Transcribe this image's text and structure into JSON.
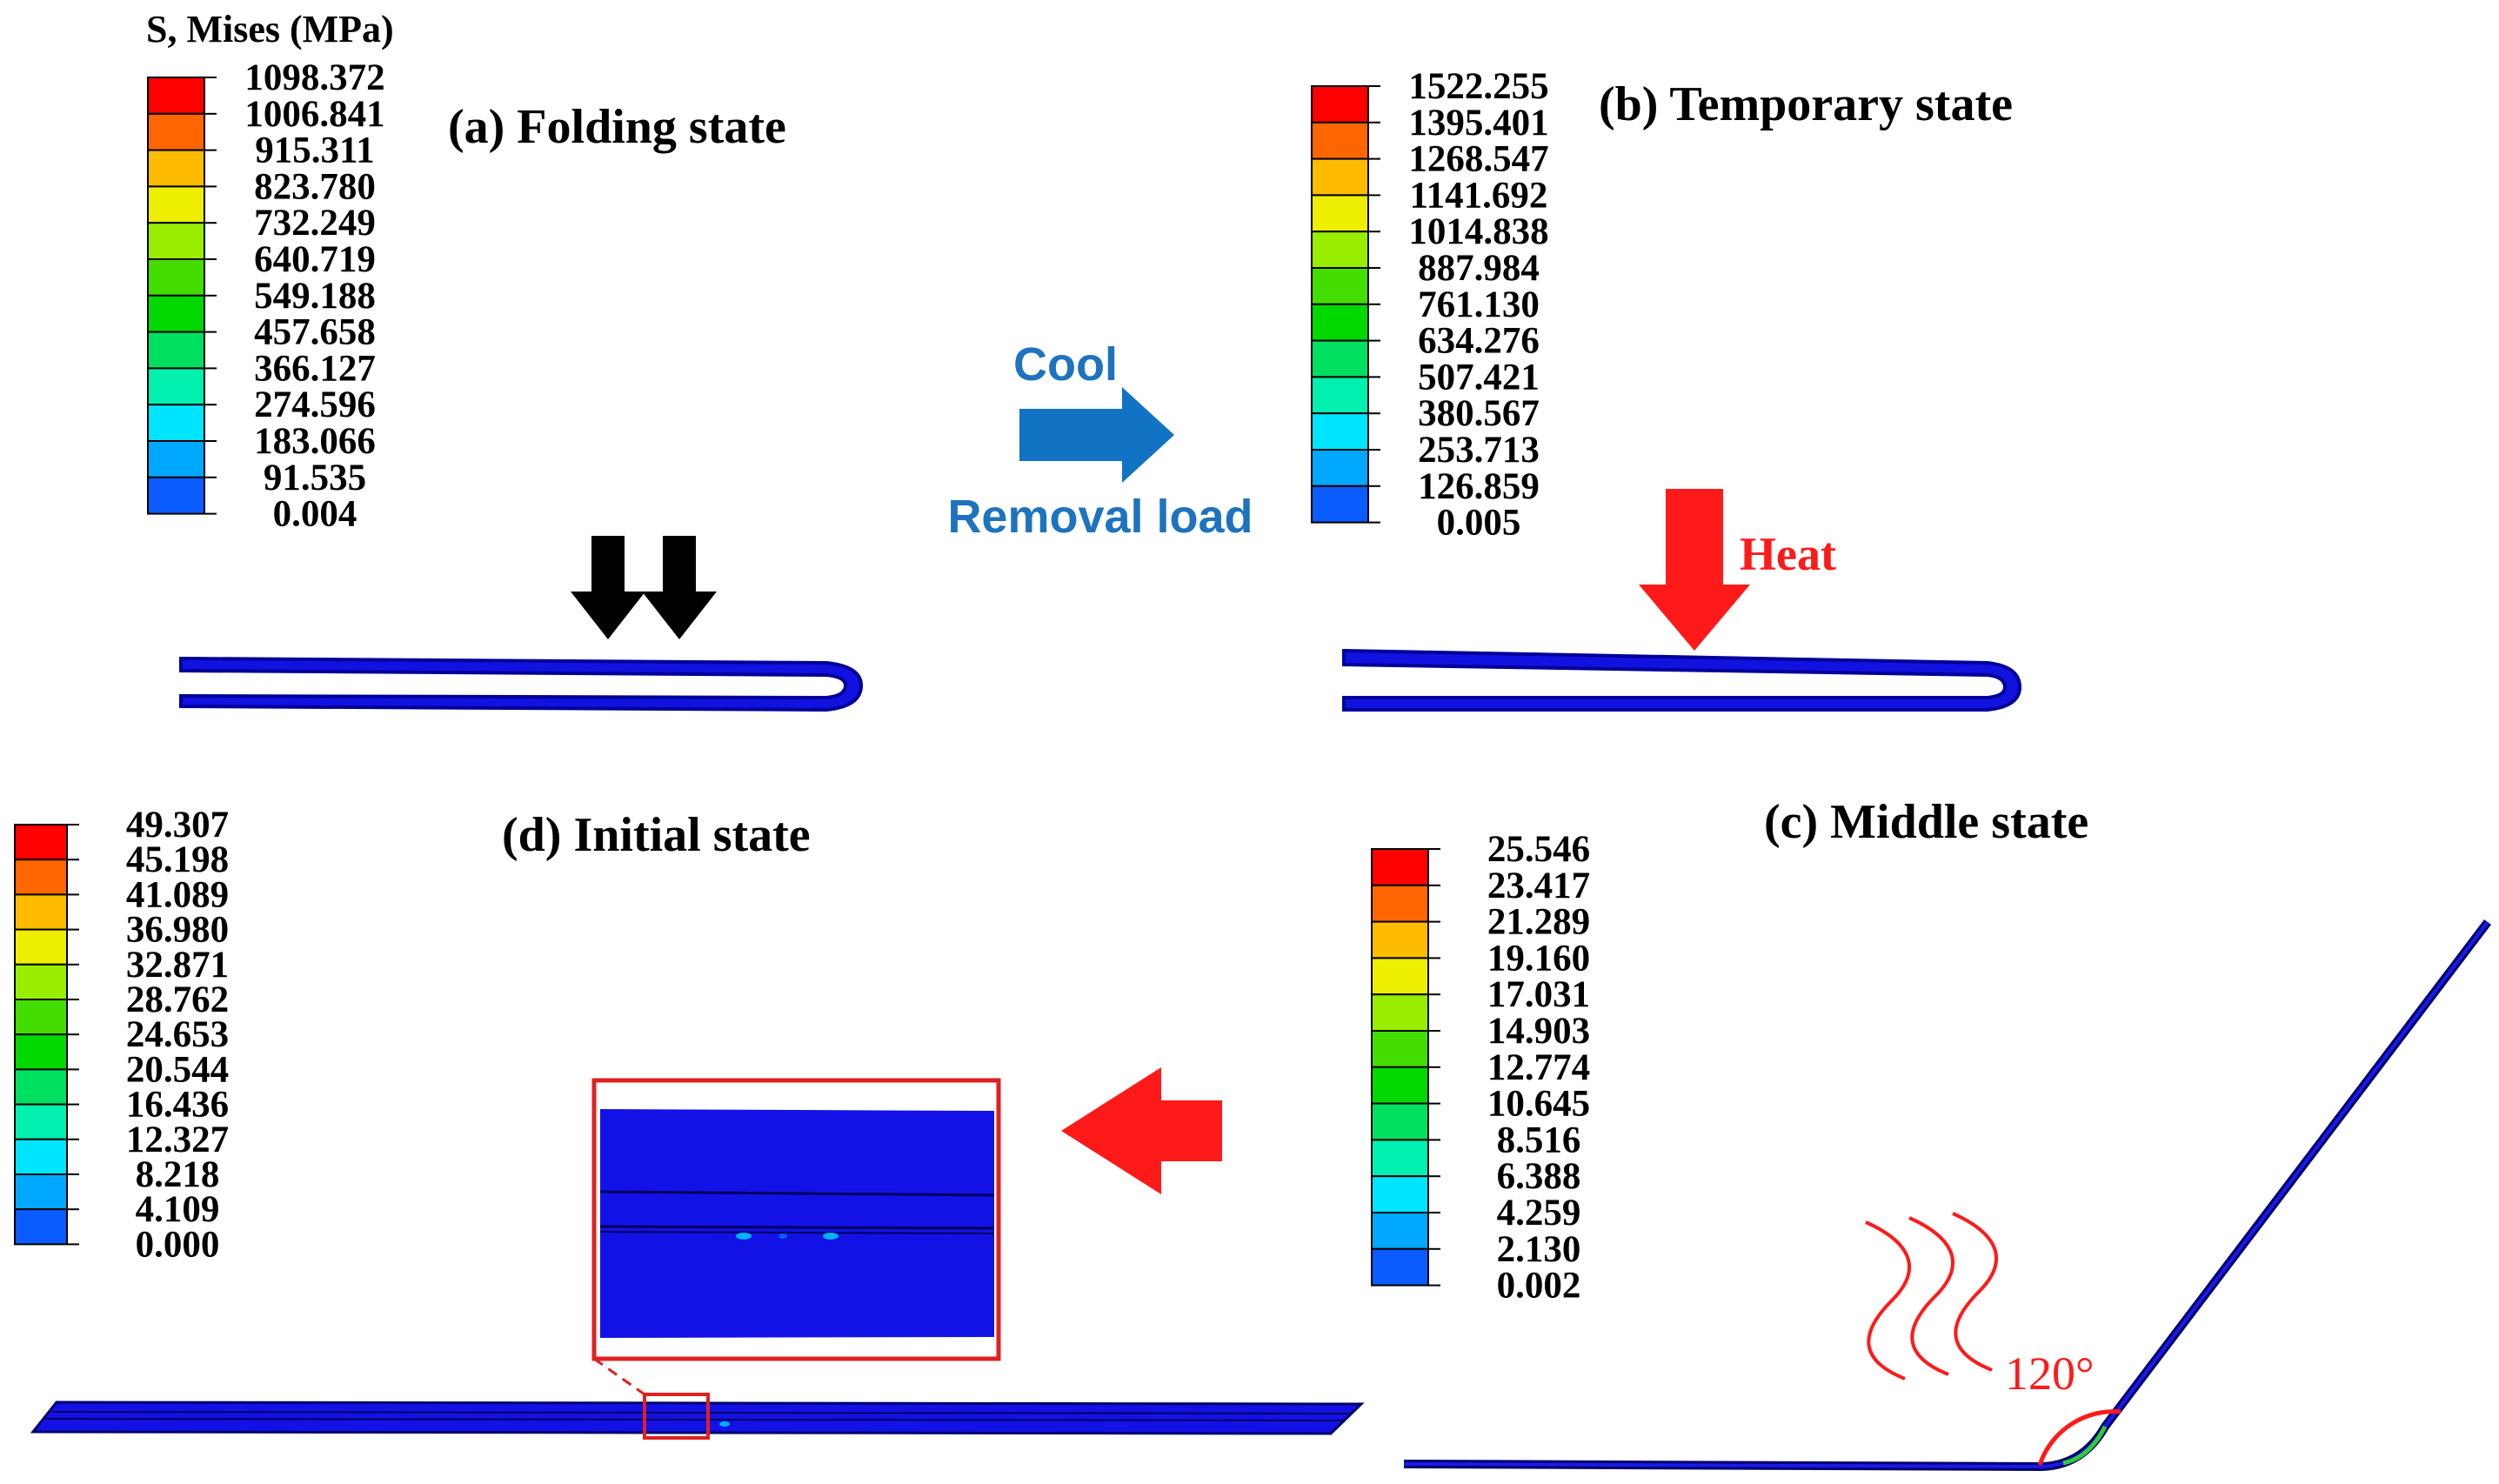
{
  "colormap": [
    "#0000ff",
    "#0a5cff",
    "#00a8ff",
    "#00e5ff",
    "#00f0b0",
    "#00e060",
    "#00d800",
    "#44dd00",
    "#99ee00",
    "#eeee00",
    "#ffbb00",
    "#ff6600",
    "#ff0000"
  ],
  "panels": {
    "a": {
      "legend_title": "S, Mises (MPa)",
      "title": "(a) Folding state",
      "values": [
        "1098.372",
        "1006.841",
        "915.311",
        "823.780",
        "732.249",
        "640.719",
        "549.188",
        "457.658",
        "366.127",
        "274.596",
        "183.066",
        "91.535",
        "0.004"
      ]
    },
    "b": {
      "title": "(b) Temporary state",
      "values": [
        "1522.255",
        "1395.401",
        "1268.547",
        "1141.692",
        "1014.838",
        "887.984",
        "761.130",
        "634.276",
        "507.421",
        "380.567",
        "253.713",
        "126.859",
        "0.005"
      ],
      "heat_label": "Heat"
    },
    "c": {
      "title": "(c) Middle state",
      "values": [
        "25.546",
        "23.417",
        "21.289",
        "19.160",
        "17.031",
        "14.903",
        "12.774",
        "10.645",
        "8.516",
        "6.388",
        "4.259",
        "2.130",
        "0.002"
      ],
      "angle_label": "120°"
    },
    "d": {
      "title": "(d) Initial state",
      "values": [
        "49.307",
        "45.198",
        "41.089",
        "36.980",
        "32.871",
        "28.762",
        "24.653",
        "20.544",
        "16.436",
        "12.327",
        "8.218",
        "4.109",
        "0.000"
      ]
    }
  },
  "transition_ab": {
    "top_label": "Cool",
    "bottom_label": "Removal load"
  }
}
